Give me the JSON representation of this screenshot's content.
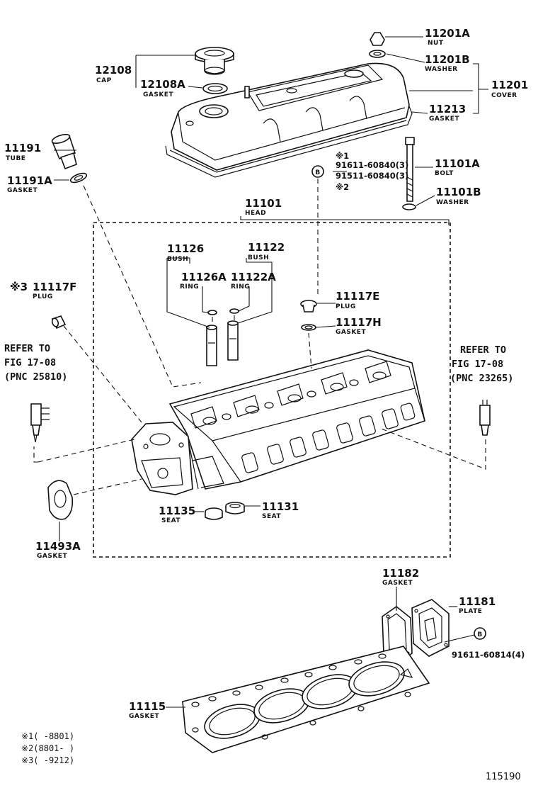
{
  "labels": {
    "p12108": {
      "num": "12108",
      "name": "CAP"
    },
    "p12108a": {
      "num": "12108A",
      "name": "GASKET"
    },
    "p11201a": {
      "num": "11201A",
      "name": "NUT"
    },
    "p11201b": {
      "num": "11201B",
      "name": "WASHER"
    },
    "p11201": {
      "num": "11201",
      "name": "COVER"
    },
    "p11213": {
      "num": "11213",
      "name": "GASKET"
    },
    "p11191": {
      "num": "11191",
      "name": "TUBE"
    },
    "p11191a": {
      "num": "11191A",
      "name": "GASKET"
    },
    "bolt_group": {
      "mark1": "※1",
      "num1": "91611-60840(3)",
      "num2": "91511-60840(3)",
      "mark2": "※2"
    },
    "p11101a": {
      "num": "11101A",
      "name": "BOLT"
    },
    "p11101b": {
      "num": "11101B",
      "name": "WASHER"
    },
    "p11101": {
      "num": "11101",
      "name": "HEAD"
    },
    "p11126": {
      "num": "11126",
      "name": "BUSH"
    },
    "p11122": {
      "num": "11122",
      "name": "BUSH"
    },
    "p11126a": {
      "num": "11126A",
      "name": "RING"
    },
    "p11122a": {
      "num": "11122A",
      "name": "RING"
    },
    "p11117f": {
      "mark": "※3",
      "num": "11117F",
      "name": "PLUG"
    },
    "p11117e": {
      "num": "11117E",
      "name": "PLUG"
    },
    "p11117h": {
      "num": "11117H",
      "name": "GASKET"
    },
    "ref_left": {
      "line1": "REFER TO",
      "line2": "FIG 17-08",
      "line3": "(PNC 25810)"
    },
    "ref_right": {
      "line1": "REFER TO",
      "line2": "FIG 17-08",
      "line3": "(PNC 23265)"
    },
    "p11135": {
      "num": "11135",
      "name": "SEAT"
    },
    "p11131": {
      "num": "11131",
      "name": "SEAT"
    },
    "p11493a": {
      "num": "11493A",
      "name": "GASKET"
    },
    "p11182": {
      "num": "11182",
      "name": "GASKET"
    },
    "p11181": {
      "num": "11181",
      "name": "PLATE"
    },
    "bolt_plate": {
      "num": "91611-60814(4)"
    },
    "p11115": {
      "num": "11115",
      "name": "GASKET"
    },
    "footnotes": [
      "※1(    -8801)",
      "※2(8801-    )",
      "※3(    -9212)"
    ],
    "figure_number": "115190",
    "bolt_symbol": "B"
  }
}
